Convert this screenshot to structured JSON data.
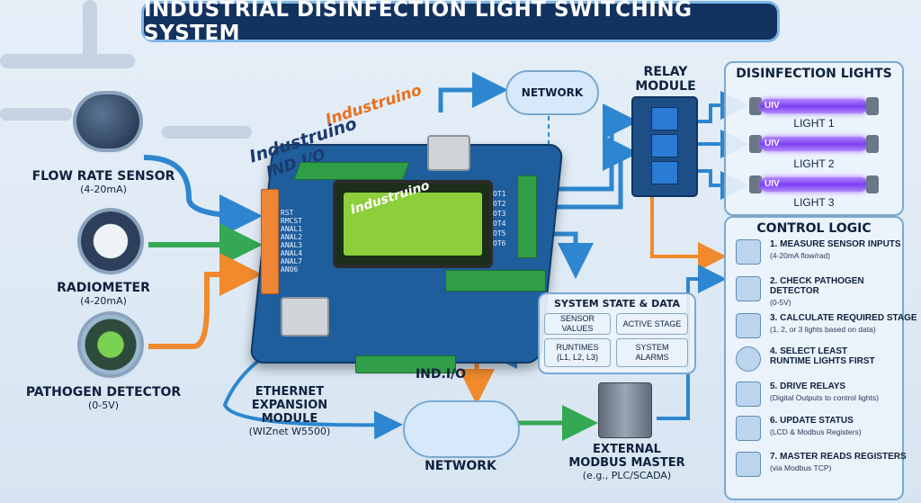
{
  "title": "INDUSTRIAL DISINFECTION LIGHT SWITCHING SYSTEM",
  "sensors": [
    {
      "main": "FLOW RATE SENSOR",
      "sub": "(4-20mA)"
    },
    {
      "main": "RADIOMETER",
      "sub": "(4-20mA)"
    },
    {
      "main": "PATHOGEN DETECTOR",
      "sub": "(0-5V)"
    }
  ],
  "board": {
    "brand_top": "Industruino",
    "brand_main": "Industruino",
    "brand_sub": "IND.I/O",
    "board_print": "Industruino",
    "inputs": [
      "RST",
      "RMCST",
      "ANAL1",
      "ANAL2",
      "ANAL3",
      "ANAL4",
      "ANAL7",
      "AN06"
    ],
    "outputs": [
      "OT1",
      "OT2",
      "OT3",
      "OT4",
      "OT5",
      "OT6"
    ]
  },
  "ethernet": {
    "main": "ETHERNET\nEXPANSION\nMODULE",
    "sub": "(WIZnet W5500)"
  },
  "ind_io_label": "IND.I/O",
  "network_top": "NETWORK",
  "network_bottom": "NETWORK",
  "relay_title": "RELAY MODULE",
  "lights": {
    "title": "DISINFECTION LIGHTS",
    "tube_label": "UIV",
    "items": [
      "LIGHT 1",
      "LIGHT 2",
      "LIGHT 3"
    ]
  },
  "state_panel": {
    "title": "SYSTEM STATE & DATA",
    "boxes": [
      "SENSOR VALUES",
      "ACTIVE STAGE",
      "RUNTIMES\n(L1, L2, L3)",
      "SYSTEM\nALARMS"
    ]
  },
  "modbus": {
    "main": "EXTERNAL\nMODBUS MASTER",
    "sub": "(e.g., PLC/SCADA)"
  },
  "control": {
    "title": "CONTROL LOGIC",
    "steps": [
      {
        "t": "1. MEASURE SENSOR INPUTS",
        "s": "(4-20mA flow/rad)"
      },
      {
        "t": "2. CHECK PATHOGEN DETECTOR",
        "s": "(0-5V)"
      },
      {
        "t": "3. CALCULATE REQUIRED STAGE",
        "s": "(1, 2, or 3 lights based on data)"
      },
      {
        "t": "4. SELECT LEAST RUNTIME LIGHTS FIRST",
        "s": ""
      },
      {
        "t": "5. DRIVE RELAYS",
        "s": "(Digital Outputs to control lights)"
      },
      {
        "t": "6. UPDATE STATUS",
        "s": "(LCD & Modbus Registers)"
      },
      {
        "t": "7. MASTER READS REGISTERS",
        "s": "(via Modbus TCP)"
      }
    ]
  }
}
